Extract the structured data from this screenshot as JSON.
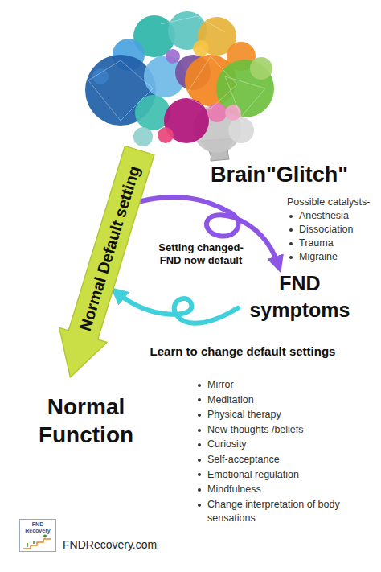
{
  "diagram": {
    "nodes": [
      {
        "text": [
          "Normal Default setting"
        ]
      },
      {
        "text": [
          "FND symptoms"
        ]
      },
      {
        "text": [
          "Normal Function"
        ]
      },
      {
        "text": [
          "FND Recovery"
        ]
      }
    ],
    "edges": [
      {
        "from": 0,
        "to": 1,
        "arrow": "to",
        "label": "Setting changed- FND now default"
      },
      {
        "from": 1,
        "to": 0,
        "arrow": "to",
        "label": "Learn to change default settings"
      }
    ],
    "labels": [
      "Brain\"Glitch\"",
      "Possible catalysts-",
      "Anesthesia",
      "Dissociation",
      "Trauma",
      "Migraine",
      "Mirror",
      "Meditation",
      "Physical therapy",
      "New thoughts /beliefs",
      "Curiosity",
      "Self-acceptance",
      "Emotional regulation",
      "Mindfulness",
      "Change interpretation of body sensations",
      "FNDRecovery.com"
    ]
  }
}
